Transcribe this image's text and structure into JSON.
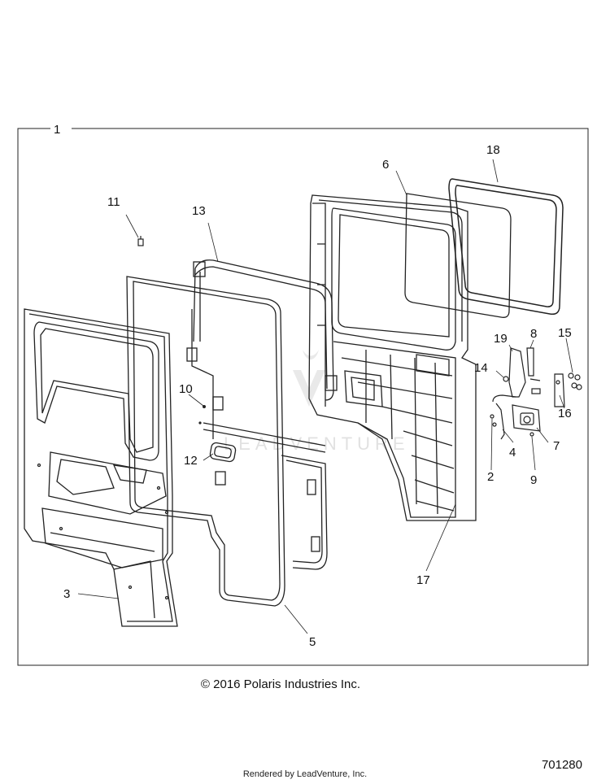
{
  "callouts": {
    "c1": "1",
    "c2": "2",
    "c3": "3",
    "c4": "4",
    "c5": "5",
    "c6": "6",
    "c7": "7",
    "c8": "8",
    "c9": "9",
    "c10": "10",
    "c11": "11",
    "c12": "12",
    "c13": "13",
    "c14": "14",
    "c15": "15",
    "c16": "16",
    "c17": "17",
    "c18": "18",
    "c19": "19"
  },
  "footer": {
    "copyright": "© 2016 Polaris Industries Inc.",
    "rendered_by": "Rendered by LeadVenture, Inc.",
    "document_number": "701280"
  },
  "watermark": "LEADVENTURE"
}
